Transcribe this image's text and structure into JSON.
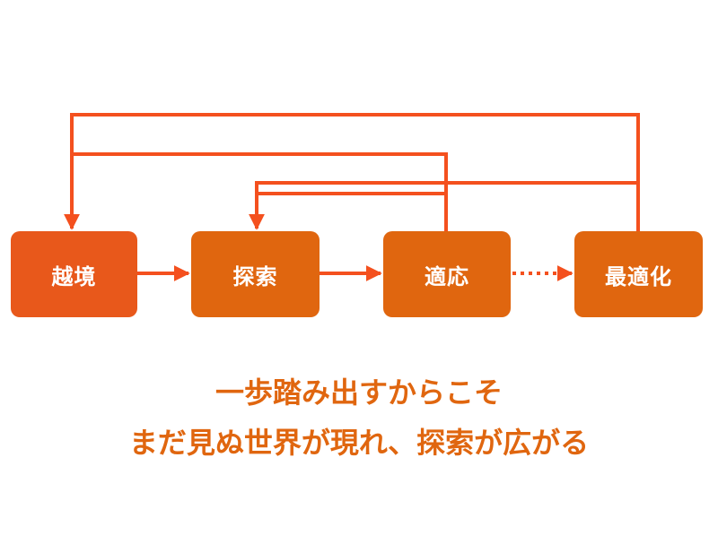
{
  "colors": {
    "stroke": "#f4501e",
    "node_first": "#e8581b",
    "node": "#e0660f",
    "text": "#e0660f"
  },
  "nodes": [
    {
      "label": "越境"
    },
    {
      "label": "探索"
    },
    {
      "label": "適応"
    },
    {
      "label": "最適化"
    }
  ],
  "caption": {
    "line1": "一歩踏み出すからこそ",
    "line2": "まだ見ぬ世界が現れ、探索が広がる"
  }
}
